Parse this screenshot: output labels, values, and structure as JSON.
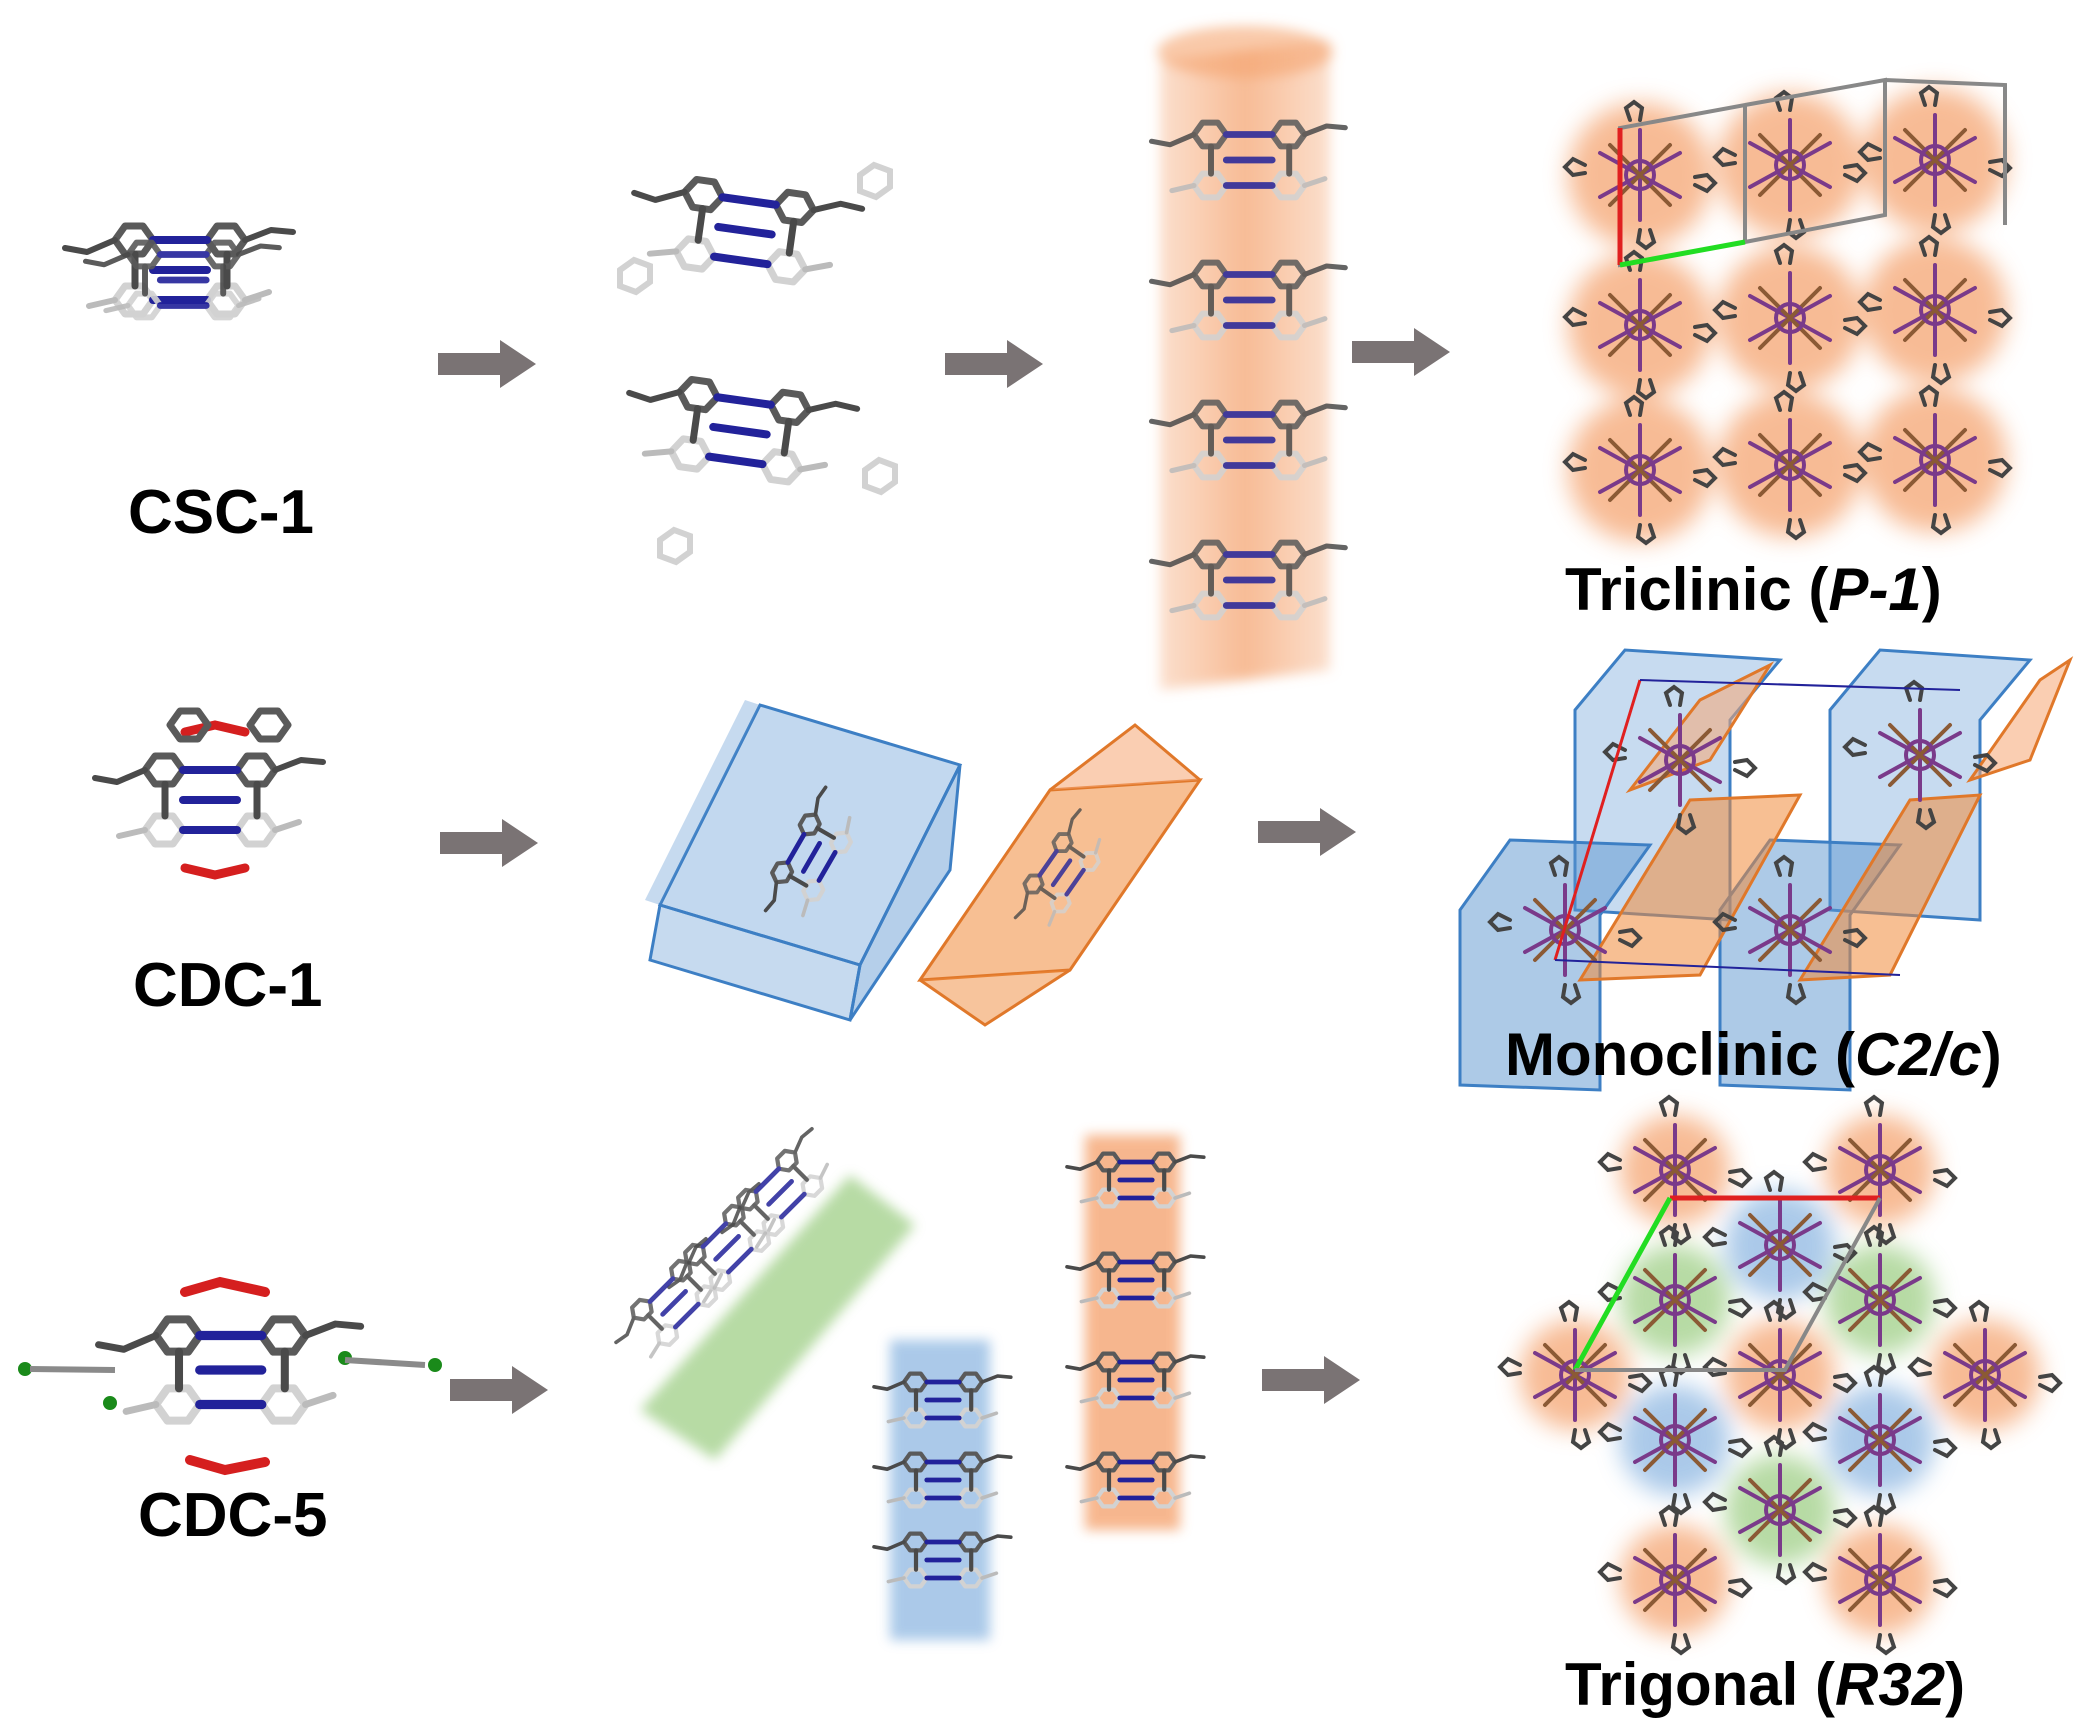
{
  "labels": {
    "row1_molecule": "CSC-1",
    "row2_molecule": "CDC-1",
    "row3_molecule": "CDC-5",
    "row1_system": {
      "prefix": "Triclinic (",
      "group": "P-1",
      "suffix": ")"
    },
    "row2_system": {
      "prefix": "Monoclinic (",
      "group": "C2/c",
      "suffix": ")"
    },
    "row3_system": {
      "prefix": "Trigonal (",
      "group": "R32",
      "suffix": ")"
    }
  },
  "colors": {
    "arrow": "#7a7374",
    "bond_dark": "#5a5a5a",
    "bond_light": "#d2d2d2",
    "bond_blue": "#22229a",
    "bond_red": "#d51f1f",
    "bond_purple": "#7a3a8a",
    "highlight_orange": "#f5a572",
    "highlight_blue": "#8fb8e2",
    "highlight_green": "#9fcf86",
    "prism_blue": "#5b95d0",
    "prism_orange": "#f08a3a",
    "cell_red": "#e02020",
    "cell_green": "#22dd22",
    "cell_gray": "#888888"
  },
  "icons": {
    "arrow": "right-arrow-icon",
    "cage": "molecular-cage-icon",
    "prism": "unit-cell-prism-icon"
  }
}
